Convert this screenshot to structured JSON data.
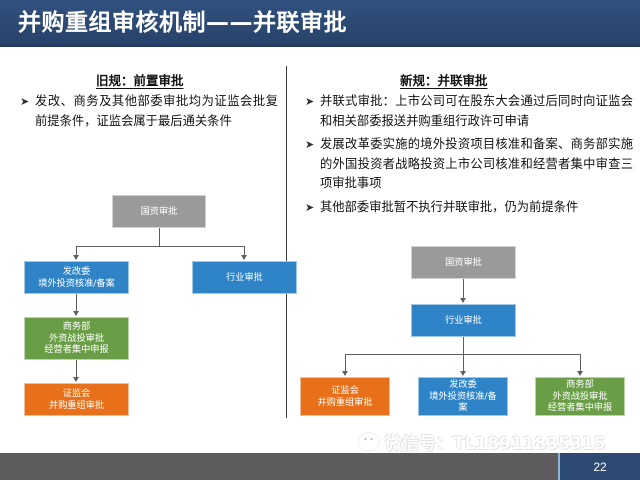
{
  "slide": {
    "title": "并购重组审核机制——并联审批",
    "page_number": "22",
    "watermark_text": "微信号：TL18911835315",
    "watermark_icon": "wechat-icon",
    "colors": {
      "title_bar": "#2d4b75",
      "footer_bar": "#5d5b5e",
      "page_block": "#2c4a72",
      "node_gray": "#9a9a9a",
      "node_blue": "#2f84c8",
      "node_green": "#6a9e46",
      "node_orange": "#e8701a"
    }
  },
  "left_column": {
    "heading": "旧规：前置审批",
    "bullet_marker": "➤",
    "bullets": [
      "发改、商务及其他部委审批均为证监会批复前提条件，证监会属于最后通关条件"
    ],
    "flow": {
      "nodes": [
        {
          "id": "l-guozi",
          "color": "gray",
          "lines": [
            "国资审批"
          ]
        },
        {
          "id": "l-fagai",
          "color": "blue",
          "lines": [
            "发改委",
            "境外投资核准/备案"
          ]
        },
        {
          "id": "l-hangye",
          "color": "blue",
          "lines": [
            "行业审批"
          ]
        },
        {
          "id": "l-shangwu",
          "color": "green",
          "lines": [
            "商务部",
            "外资战投审批",
            "经营者集中申报"
          ]
        },
        {
          "id": "l-zhengjian",
          "color": "orange",
          "lines": [
            "证监会",
            "并购重组审批"
          ]
        }
      ]
    }
  },
  "right_column": {
    "heading": "新规：并联审批",
    "bullet_marker": "➤",
    "bullets": [
      "并联式审批：上市公司可在股东大会通过后同时向证监会和相关部委报送并购重组行政许可申请",
      "发展改革委实施的境外投资项目核准和备案、商务部实施的外国投资者战略投资上市公司核准和经营者集中审查三项审批事项",
      "其他部委审批暂不执行并联审批，仍为前提条件"
    ],
    "flow": {
      "nodes": [
        {
          "id": "r-guozi",
          "color": "gray",
          "lines": [
            "国资审批"
          ]
        },
        {
          "id": "r-hangye",
          "color": "blue",
          "lines": [
            "行业审批"
          ]
        },
        {
          "id": "r-zhengjian",
          "color": "orange",
          "lines": [
            "证监会",
            "并购重组审批"
          ]
        },
        {
          "id": "r-fagai",
          "color": "blue",
          "lines": [
            "发改委",
            "境外投资核准/备",
            "案"
          ]
        },
        {
          "id": "r-shangwu",
          "color": "green",
          "lines": [
            "商务部",
            "外资战投审批",
            "经营者集中申报"
          ]
        }
      ]
    }
  }
}
